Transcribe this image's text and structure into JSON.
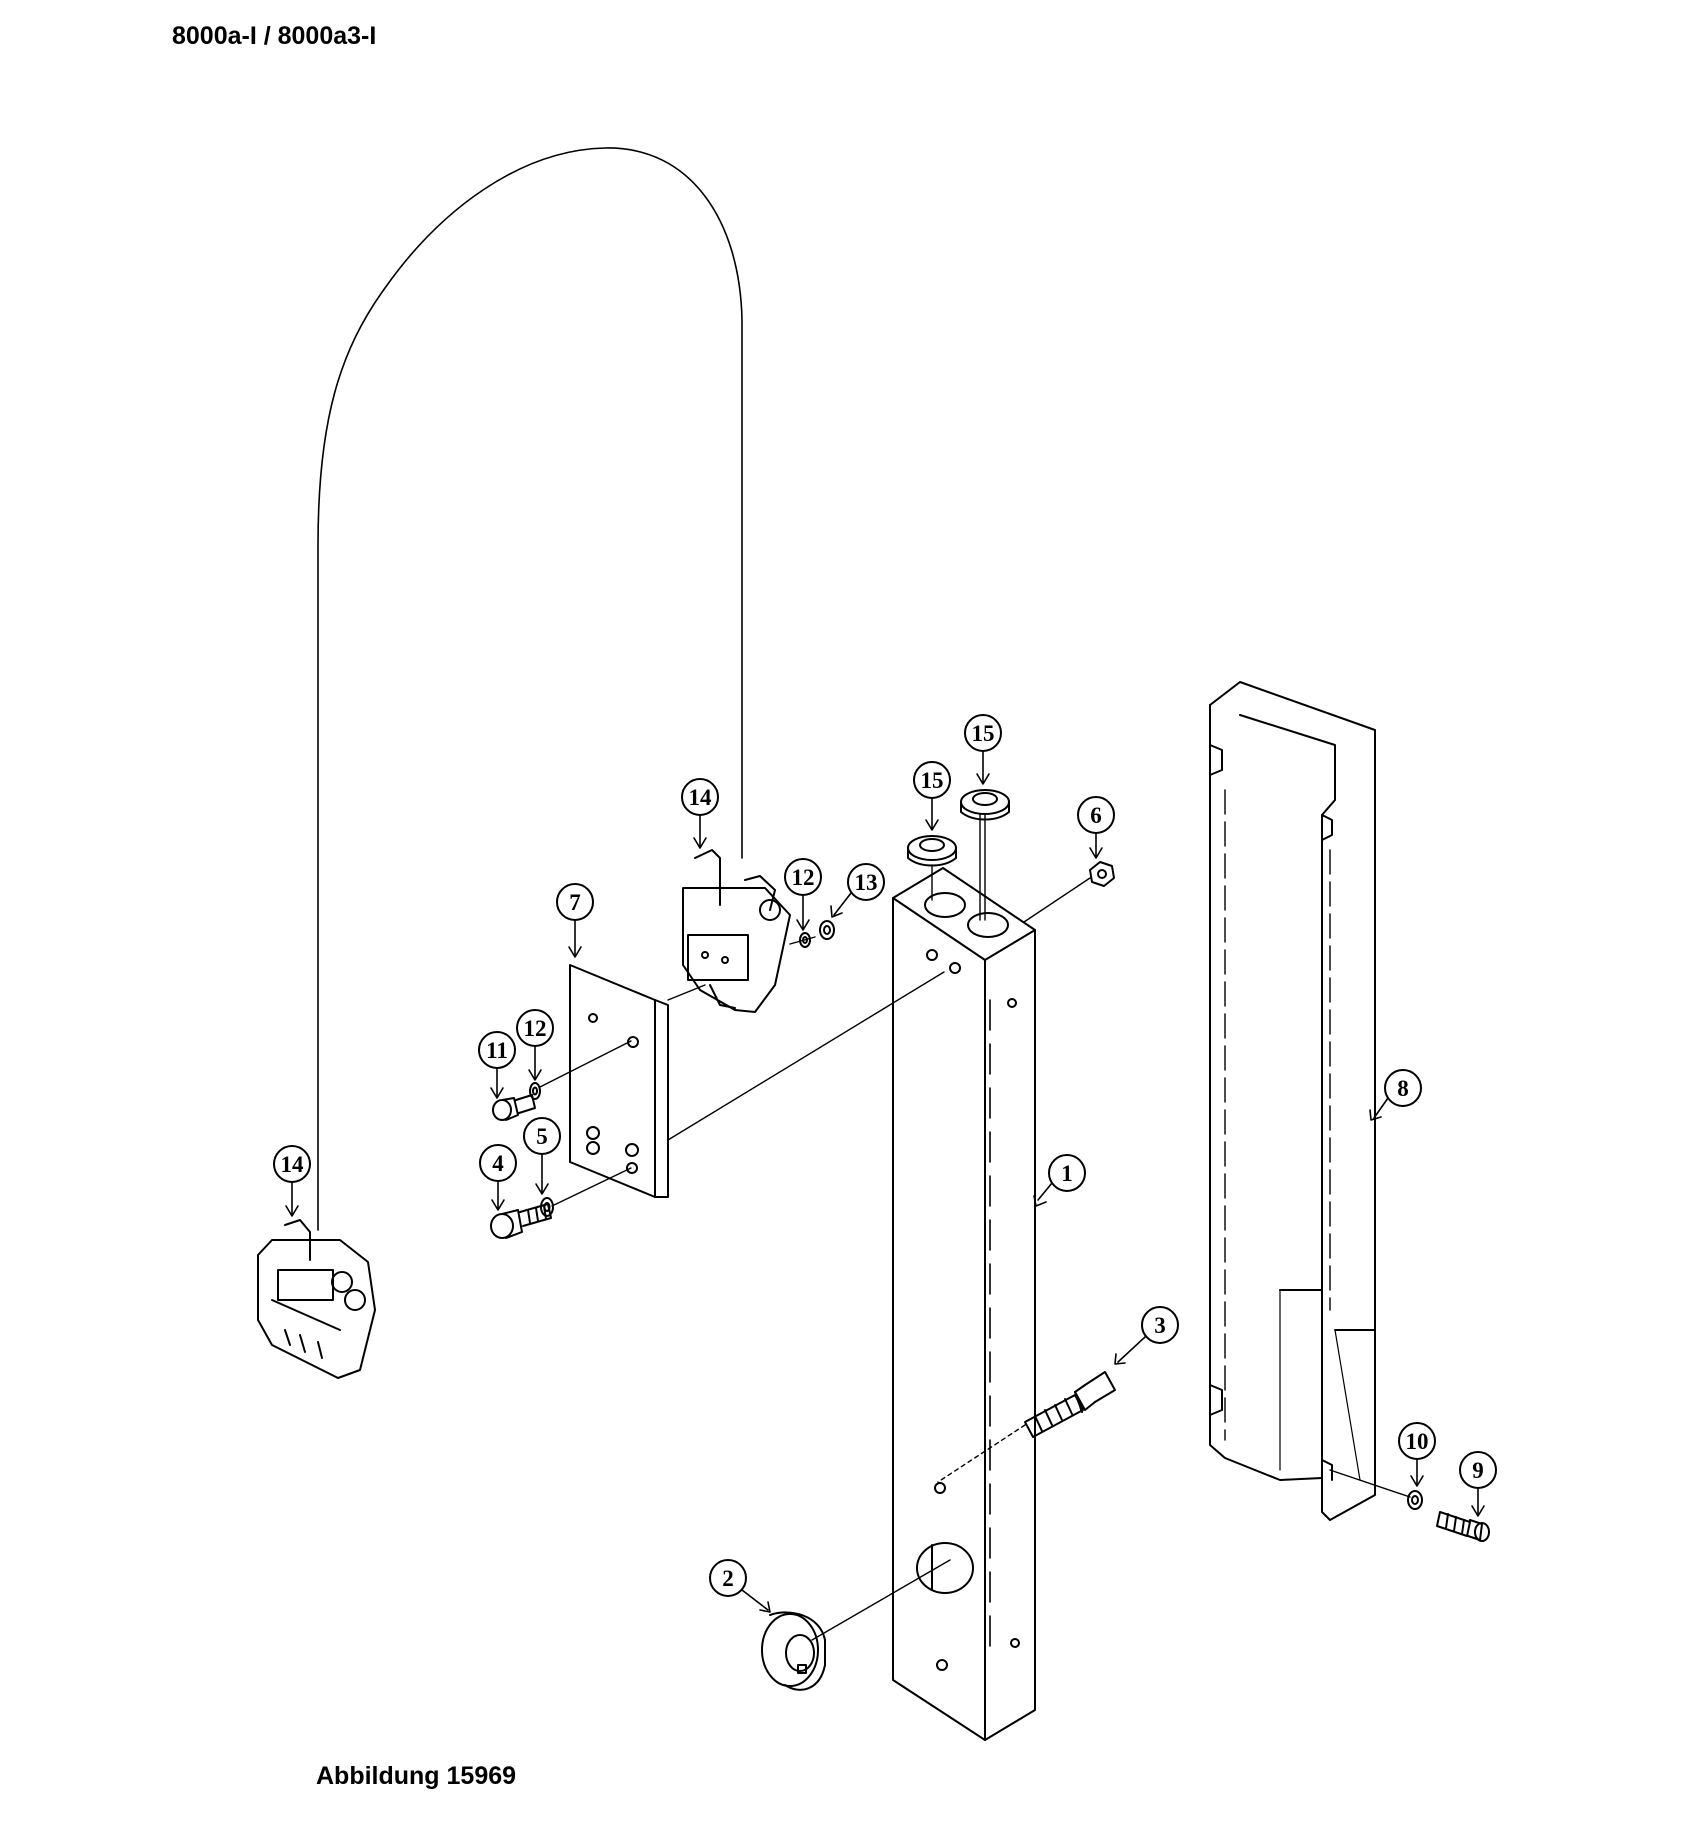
{
  "header": {
    "title": "8000a-I / 8000a3-I"
  },
  "caption": {
    "text": "Abbildung 15969"
  },
  "callouts": {
    "c1": "1",
    "c2": "2",
    "c3": "3",
    "c4": "4",
    "c5": "5",
    "c6": "6",
    "c7": "7",
    "c8": "8",
    "c9": "9",
    "c10": "10",
    "c11": "11",
    "c12a": "12",
    "c12b": "12",
    "c13": "13",
    "c14a": "14",
    "c14b": "14",
    "c15a": "15",
    "c15b": "15"
  }
}
